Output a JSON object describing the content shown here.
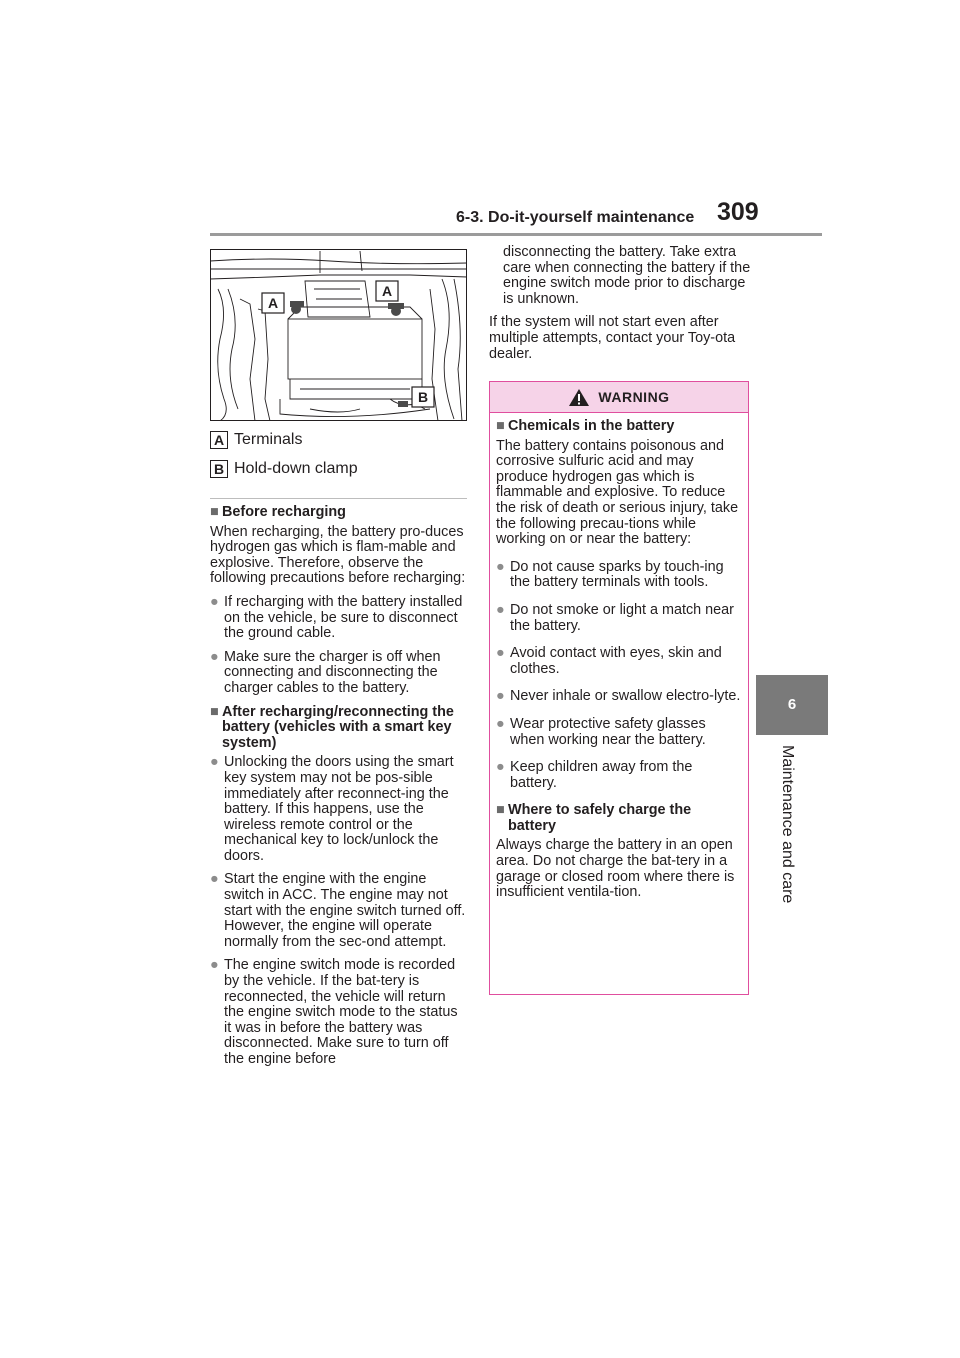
{
  "header": {
    "section_title": "6-3. Do-it-yourself maintenance",
    "page_number": "309"
  },
  "side_tab": {
    "chapter_number": "6",
    "chapter_title": "Maintenance and care"
  },
  "figure": {
    "callouts": [
      "A",
      "A",
      "B"
    ]
  },
  "legend": [
    {
      "badge": "A",
      "label": "Terminals"
    },
    {
      "badge": "B",
      "label": "Hold-down clamp"
    }
  ],
  "left_column": {
    "heading1": "Before recharging",
    "para1": "When recharging, the battery pro-duces hydrogen gas which is flam-mable and explosive. Therefore, observe the following precautions before recharging:",
    "bullets1": [
      "If recharging with the battery installed on the vehicle, be sure to disconnect the ground cable.",
      "Make sure the charger is off when connecting and disconnecting the charger cables to the battery."
    ],
    "heading2": "After recharging/reconnecting the battery (vehicles with a smart key system)",
    "bullets2": [
      "Unlocking the doors using the smart key system may not be pos-sible immediately after reconnect-ing the battery. If this happens, use the wireless remote control or the mechanical key to lock/unlock the doors.",
      "Start the engine with the engine switch in ACC. The engine may not start with the engine switch turned off. However, the engine will operate normally from the sec-ond attempt.",
      "The engine switch mode is recorded by the vehicle. If the bat-tery is reconnected, the vehicle will return the engine switch mode to the status it was in before the battery was disconnected. Make sure to turn off the engine before"
    ]
  },
  "right_column": {
    "continued": "disconnecting the battery. Take extra care when connecting the battery if the engine switch mode prior to discharge is unknown.",
    "para": "If the system will not start even after multiple attempts, contact your Toy-ota dealer."
  },
  "warning": {
    "label": "WARNING",
    "heading1": "Chemicals in the battery",
    "para1": "The battery contains poisonous and corrosive sulfuric acid and may produce hydrogen gas which is flammable and explosive. To reduce the risk of death or serious injury, take the following precau-tions while working on or near the battery:",
    "bullets": [
      "Do not cause sparks by touch-ing the battery terminals with tools.",
      "Do not smoke or light a match near the battery.",
      "Avoid contact with eyes, skin and clothes.",
      "Never inhale or swallow electro-lyte.",
      "Wear protective safety glasses when working near the battery.",
      "Keep children away from the battery."
    ],
    "heading2": "Where to safely charge the battery",
    "para2": "Always charge the battery in an open area. Do not charge the bat-tery in a garage or closed room where there is insufficient ventila-tion."
  },
  "colors": {
    "warning_border": "#e04e9e",
    "warning_fill": "#f6d3e8",
    "tab_gray": "#7a7a7a"
  }
}
